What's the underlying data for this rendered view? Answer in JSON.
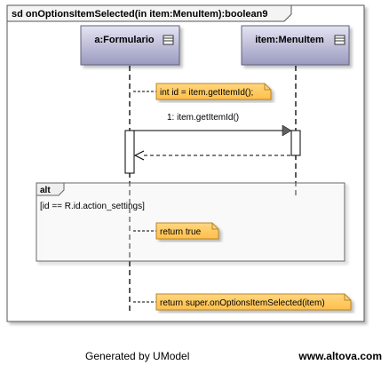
{
  "frame": {
    "title": "sd onOptionsItemSelected(in item:MenuItem):boolean9"
  },
  "lifelines": [
    {
      "name": "a:Formulario"
    },
    {
      "name": "item:MenuItem"
    }
  ],
  "notes": [
    {
      "text": "int id = item.getItemId();"
    },
    {
      "text": "return true"
    },
    {
      "text": "return super.onOptionsItemSelected(item)"
    }
  ],
  "messages": [
    {
      "label": "1: item.getItemId()"
    }
  ],
  "fragment": {
    "operator": "alt",
    "guard": "[id == R.id.action_settings]"
  },
  "footer": {
    "generated": "Generated by UModel",
    "url": "www.altova.com"
  },
  "colors": {
    "frame_border": "#555555",
    "lifeline_top": "#d8d8ec",
    "lifeline_bottom": "#9090b8",
    "note_fill": "#ffcc66",
    "note_border": "#c08a20",
    "fragment_header": "#e8e8e8"
  }
}
